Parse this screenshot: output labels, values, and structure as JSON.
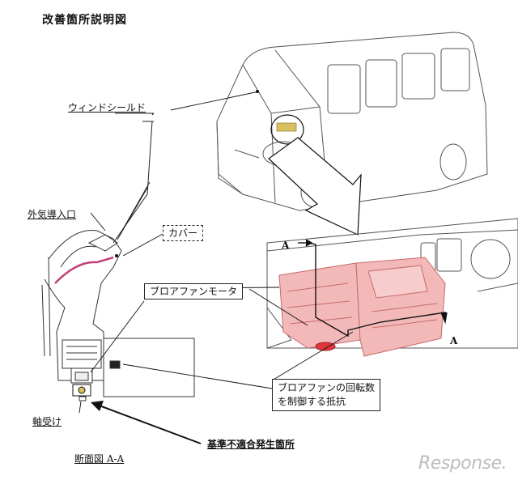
{
  "title": "改善箇所説明図",
  "labels": {
    "windshield": "ウィンドシールド",
    "air_intake": "外気導入口",
    "cover": "カバー",
    "blower_motor": "ブロアファンモータ",
    "resistor_line1": "ブロアファンの回転数",
    "resistor_line2": "を制御する抵抗",
    "bearing": "軸受け",
    "section": "断面図 A-A",
    "nonconformity": "基準不適合発生箇所",
    "section_mark_top": "A",
    "section_mark_bottom": "A"
  },
  "logo": "Response.",
  "colors": {
    "line": "#222222",
    "unit_fill": "#f3b9b9",
    "unit_stroke": "#c86a6a",
    "accent_pink": "#c2407a",
    "highlight": "#d8c060",
    "logo": "#bdbdbd"
  }
}
